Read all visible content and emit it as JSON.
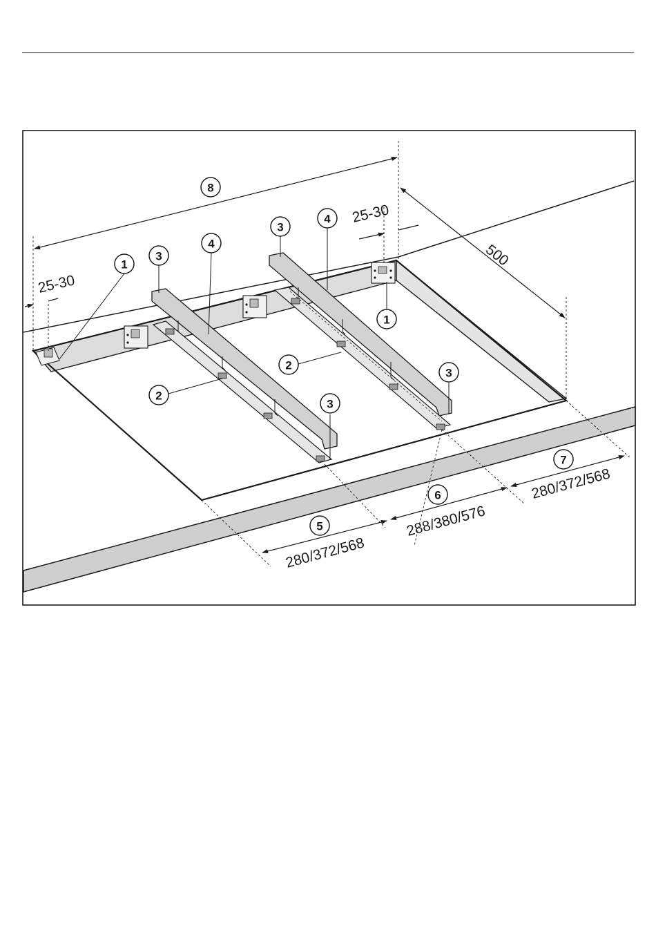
{
  "diagram": {
    "callouts": {
      "c1_left": "1",
      "c1_right": "1",
      "c2_left": "2",
      "c2_right": "2",
      "c3_a": "3",
      "c3_b": "3",
      "c3_c": "3",
      "c3_d": "3",
      "c4_left": "4",
      "c4_right": "4",
      "c5": "5",
      "c6": "6",
      "c7": "7",
      "c8": "8"
    },
    "dimensions": {
      "edge_left": "25-30",
      "edge_right": "25-30",
      "depth": "500",
      "span_5": "280/372/568",
      "span_6": "288/380/576",
      "span_7": "280/372/568"
    }
  },
  "colors": {
    "line": "#1a1a1a",
    "rail_fill": "#d2d2d2",
    "rail_light": "#e6e6e6",
    "edge_band": "#cfcfcf",
    "background": "#ffffff"
  }
}
